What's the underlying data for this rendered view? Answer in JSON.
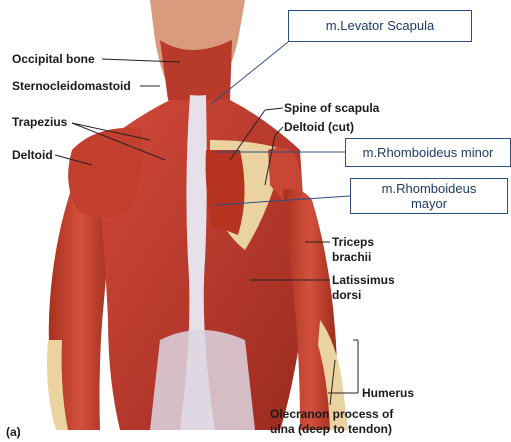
{
  "labels": {
    "occipital_bone": "Occipital bone",
    "sternocleidomastoid": "Sternocleidomastoid",
    "trapezius": "Trapezius",
    "deltoid": "Deltoid",
    "spine_of_scapula": "Spine of scapula",
    "deltoid_cut": "Deltoid (cut)",
    "triceps_line1": "Triceps",
    "triceps_line2": "brachii",
    "latissimus_line1": "Latissimus",
    "latissimus_line2": "dorsi",
    "humerus": "Humerus",
    "olecranon_line1": "Olecranon process of",
    "olecranon_line2": "ulna (deep to tendon)",
    "panel": "(a)"
  },
  "callouts": {
    "levator": "m.Levator Scapula",
    "rhomboideus_minor": "m.Rhomboideus minor",
    "rhomboideus_mayor_line1": "m.Rhomboideus",
    "rhomboideus_mayor_line2": "mayor"
  },
  "colors": {
    "muscle": "#c0392b",
    "muscle_dark": "#8e1f17",
    "tendon": "#e9e4ee",
    "bone": "#efd9a8",
    "callout_border": "#2f4f7f",
    "callout_text": "#1f3b66",
    "skin": "#e2a98a"
  }
}
